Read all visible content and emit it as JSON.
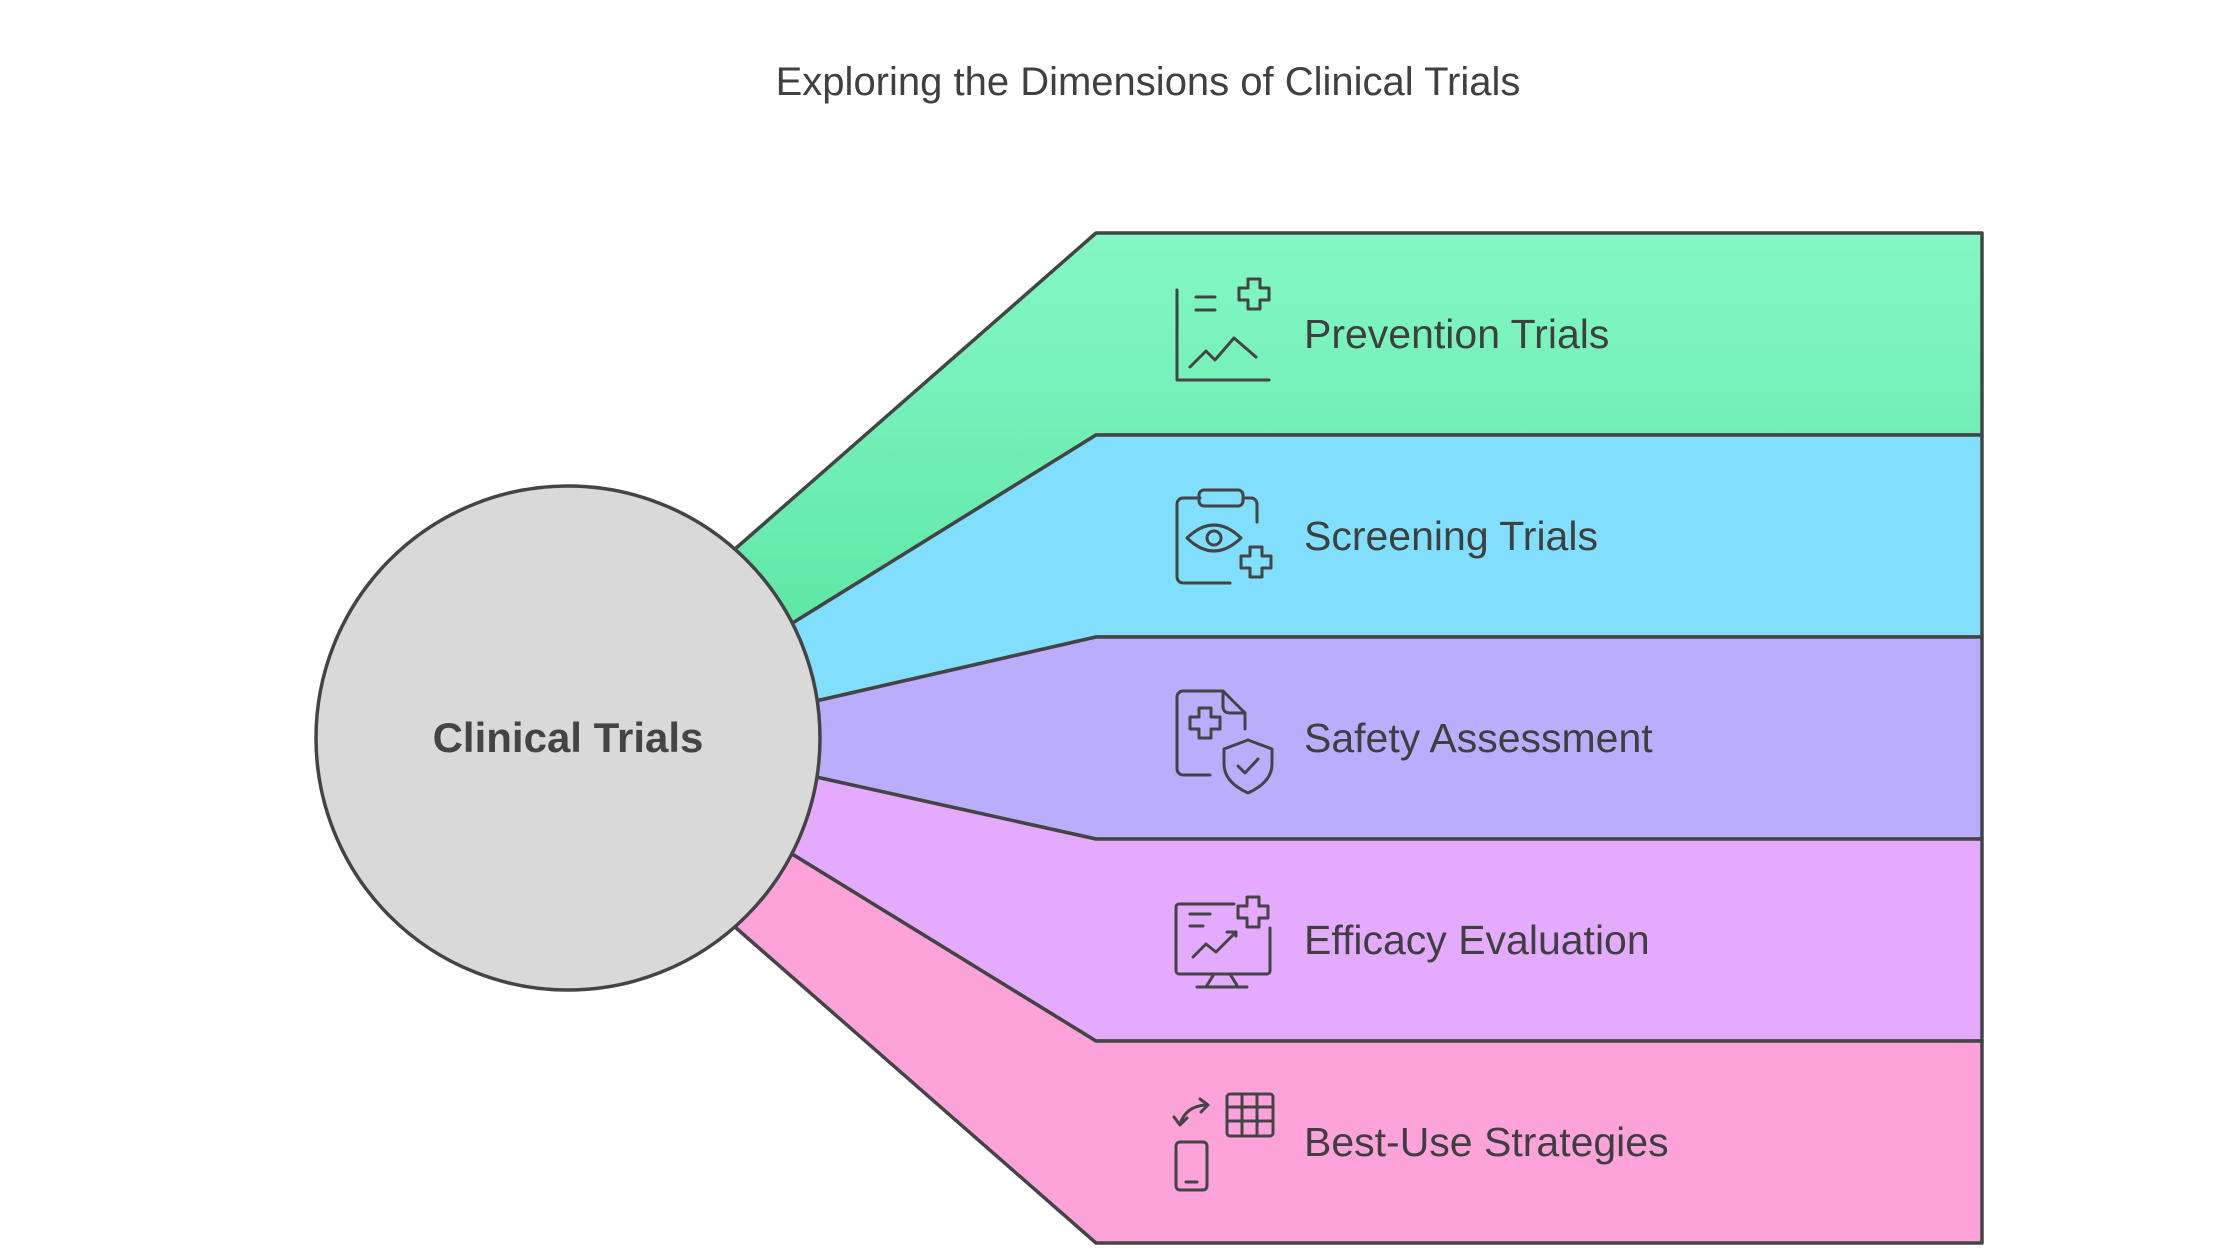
{
  "title": "Exploring the Dimensions of Clinical Trials",
  "center": {
    "label": "Clinical Trials",
    "color": "#d9d9d9"
  },
  "branches": [
    {
      "label": "Prevention Trials",
      "icon": "chart-medical-cross-icon",
      "color": "#84f7c4"
    },
    {
      "label": "Screening Trials",
      "icon": "clipboard-eye-cross-icon",
      "color": "#7fdffd"
    },
    {
      "label": "Safety Assessment",
      "icon": "document-cross-shield-icon",
      "color": "#bbadfd"
    },
    {
      "label": "Efficacy Evaluation",
      "icon": "monitor-chart-cross-icon",
      "color": "#e4aafd"
    },
    {
      "label": "Best-Use Strategies",
      "icon": "phone-swap-table-icon",
      "color": "#fea3da"
    }
  ],
  "outline_color": "#444444"
}
